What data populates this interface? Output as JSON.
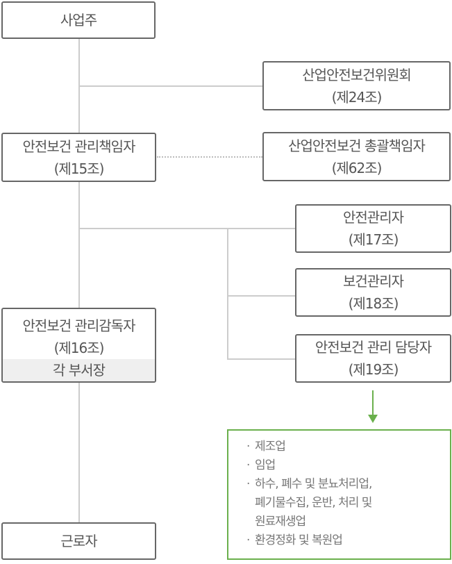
{
  "boxes": {
    "owner": {
      "line1": "사업주"
    },
    "committee": {
      "line1": "산업안전보건위원회",
      "line2": "(제24조)"
    },
    "manager": {
      "line1": "안전보건 관리책임자",
      "line2": "(제15조)"
    },
    "general_manager": {
      "line1": "산업안전보건 총괄책임자",
      "line2": "(제62조)"
    },
    "safety_manager": {
      "line1": "안전관리자",
      "line2": "(제17조)"
    },
    "health_manager": {
      "line1": "보건관리자",
      "line2": "(제18조)"
    },
    "supervisor": {
      "line1": "안전보건 관리감독자",
      "line2": "(제16조)",
      "line3": "각 부서장"
    },
    "officer": {
      "line1": "안전보건 관리 담당자",
      "line2": "(제19조)"
    },
    "worker": {
      "line1": "근로자"
    }
  },
  "industries": {
    "bullet": "·",
    "items": [
      "제조업",
      "임업",
      "하수, 폐수 및 분뇨처리업,",
      "폐기물수집, 운반, 처리 및",
      "원료재생업",
      "환경정화 및 복원업"
    ]
  },
  "colors": {
    "accent": "#6ab04c",
    "border": "#666666",
    "line": "#cccccc"
  }
}
